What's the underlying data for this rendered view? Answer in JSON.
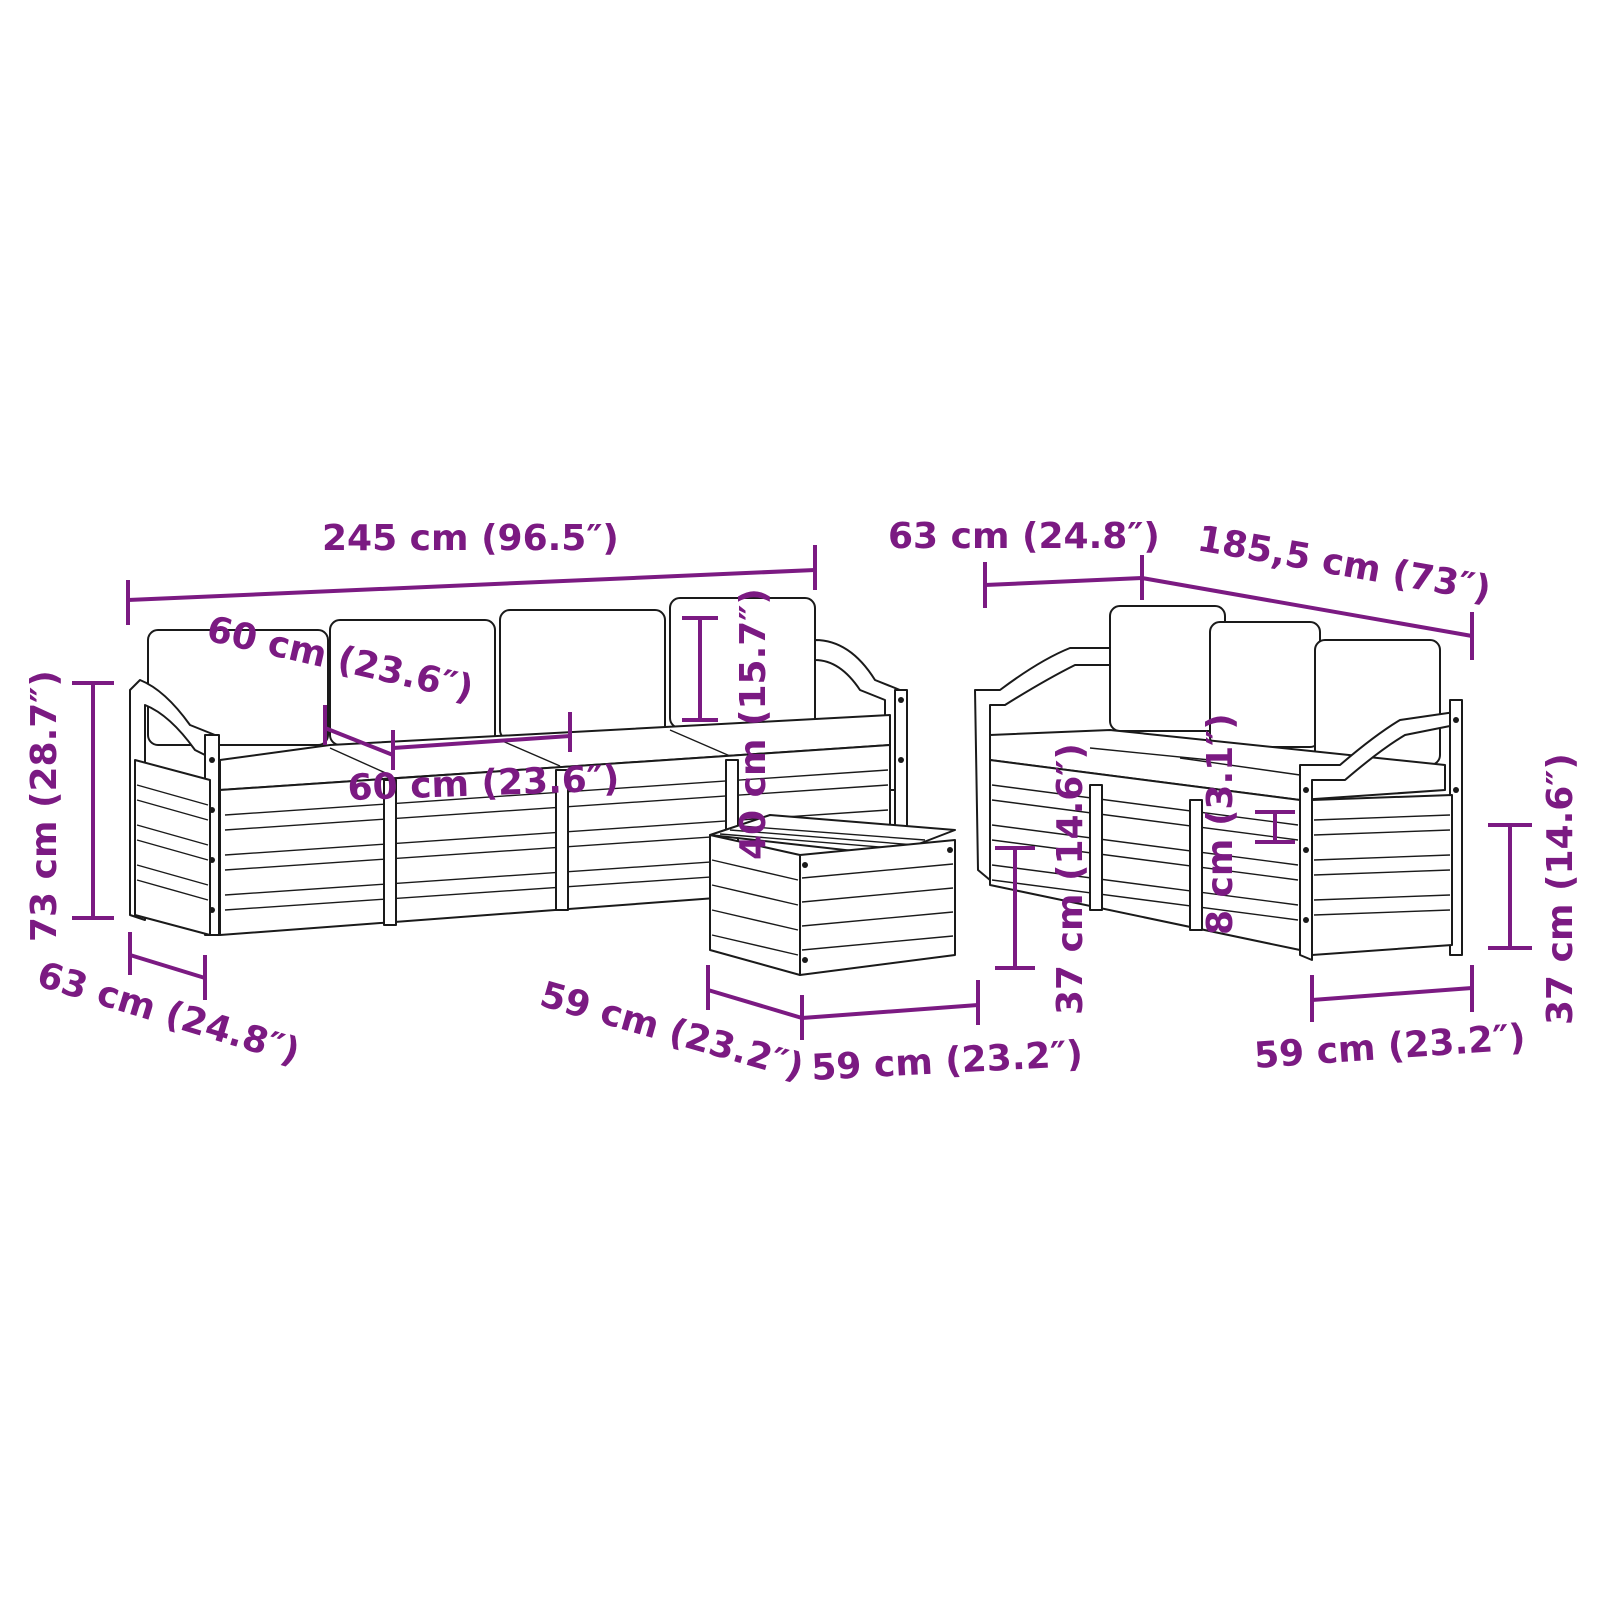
{
  "figure": {
    "accent_color": "#7b1a82",
    "line_color": "#1a1a1a",
    "pieces": [
      "sofa-set-left",
      "coffee-table",
      "sofa-set-right"
    ]
  },
  "dimensions": {
    "sofa_total_width": "245 cm (96.5″)",
    "seat_module_width_a": "60 cm (23.6″)",
    "seat_module_width_b": "60 cm (23.6″)",
    "backrest_height": "40 cm (15.7″)",
    "sofa_height": "73 cm (28.7″)",
    "sofa_depth": "63 cm (24.8″)",
    "table_depth": "59 cm (23.2″)",
    "table_width": "59 cm (23.2″)",
    "table_height": "37 cm (14.6″)",
    "right_sofa_depth": "63 cm (24.8″)",
    "right_sofa_width": "185,5 cm (73″)",
    "cushion_thickness": "8 cm (3.1″)",
    "right_seat_height": "37 cm (14.6″)",
    "right_module_width": "59 cm (23.2″)"
  }
}
